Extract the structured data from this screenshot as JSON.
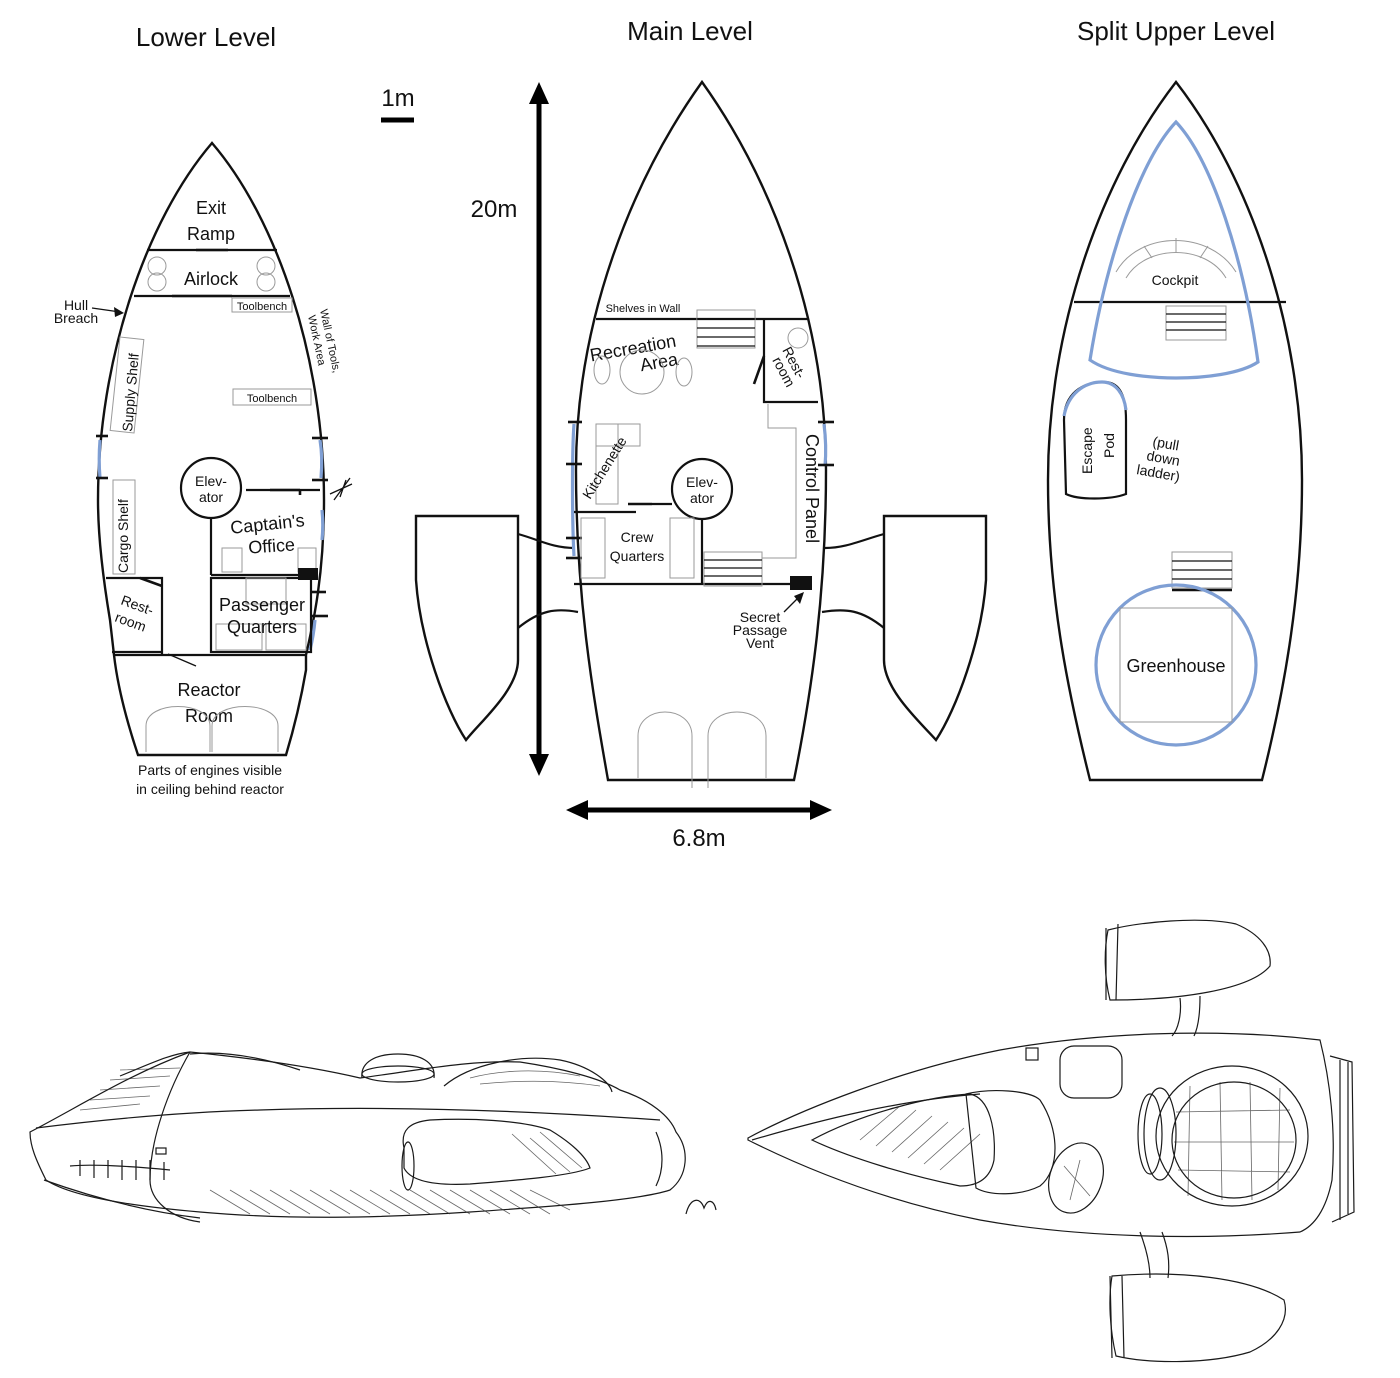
{
  "titles": {
    "lower": "Lower Level",
    "main": "Main Level",
    "upper": "Split Upper Level"
  },
  "scale": {
    "unit": "1m",
    "height": "20m",
    "width": "6.8m"
  },
  "lower": {
    "exit_ramp_1": "Exit",
    "exit_ramp_2": "Ramp",
    "airlock": "Airlock",
    "hull_breach_1": "Hull",
    "hull_breach_2": "Breach",
    "toolbench_top": "Toolbench",
    "wall_tools_1": "Wall of Tools,",
    "wall_tools_2": "Work Area",
    "supply_shelf": "Supply Shelf",
    "toolbench_mid": "Toolbench",
    "elevator_1": "Elev-",
    "elevator_2": "ator",
    "captains_1": "Captain's",
    "captains_2": "Office",
    "cargo_shelf": "Cargo Shelf",
    "passenger_1": "Passenger",
    "passenger_2": "Quarters",
    "restroom_1": "Rest-",
    "restroom_2": "room",
    "reactor_1": "Reactor",
    "reactor_2": "Room",
    "engines_1": "Parts of engines visible",
    "engines_2": "in ceiling behind reactor"
  },
  "main": {
    "shelves": "Shelves in Wall",
    "recreation_1": "Recreation",
    "recreation_2": "Area",
    "restroom_1": "Rest-",
    "restroom_2": "room",
    "kitchenette": "Kitchenette",
    "elevator_1": "Elev-",
    "elevator_2": "ator",
    "control_panel": "Control Panel",
    "crew_1": "Crew",
    "crew_2": "Quarters",
    "vent_1": "Secret",
    "vent_2": "Passage",
    "vent_3": "Vent"
  },
  "upper": {
    "cockpit": "Cockpit",
    "escape_1": "Escape",
    "escape_2": "Pod",
    "ladder_1": "(pull",
    "ladder_2": "down",
    "ladder_3": "ladder)",
    "greenhouse": "Greenhouse"
  },
  "colors": {
    "window_blue": "#7f9fd4",
    "ink": "#111111"
  }
}
